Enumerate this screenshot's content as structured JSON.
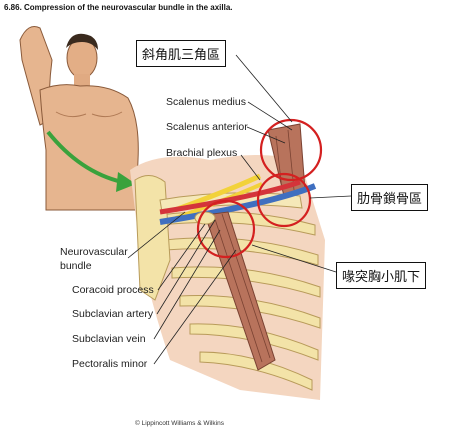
{
  "figure": {
    "title": "6.86. Compression of the neurovascular bundle in the axilla.",
    "credit": "© Lippincott Williams & Wilkins"
  },
  "labels": {
    "scalenus_medius": "Scalenus medius",
    "scalenus_anterior": "Scalenus anterior",
    "brachial_plexus": "Brachial plexus",
    "neurovascular_bundle_line1": "Neurovascular",
    "neurovascular_bundle_line2": "bundle",
    "coracoid_process": "Coracoid process",
    "subclavian_artery": "Subclavian artery",
    "subclavian_vein": "Subclavian vein",
    "pectoralis_minor": "Pectoralis minor"
  },
  "annotations": {
    "scalene_triangle": "斜角肌三角區",
    "costoclavicular_space": "肋骨鎖骨區",
    "pectoralis_minor_region": "喙突胸小肌下"
  },
  "colors": {
    "annotation_circle": "#d42020",
    "skin": "#e6b58f",
    "bone": "#f3e3a8",
    "muscle": "#b8735c",
    "artery": "#d4343a",
    "vein": "#3f6fc0",
    "nerve": "#f2d23a",
    "arrow": "#3aa23c"
  }
}
